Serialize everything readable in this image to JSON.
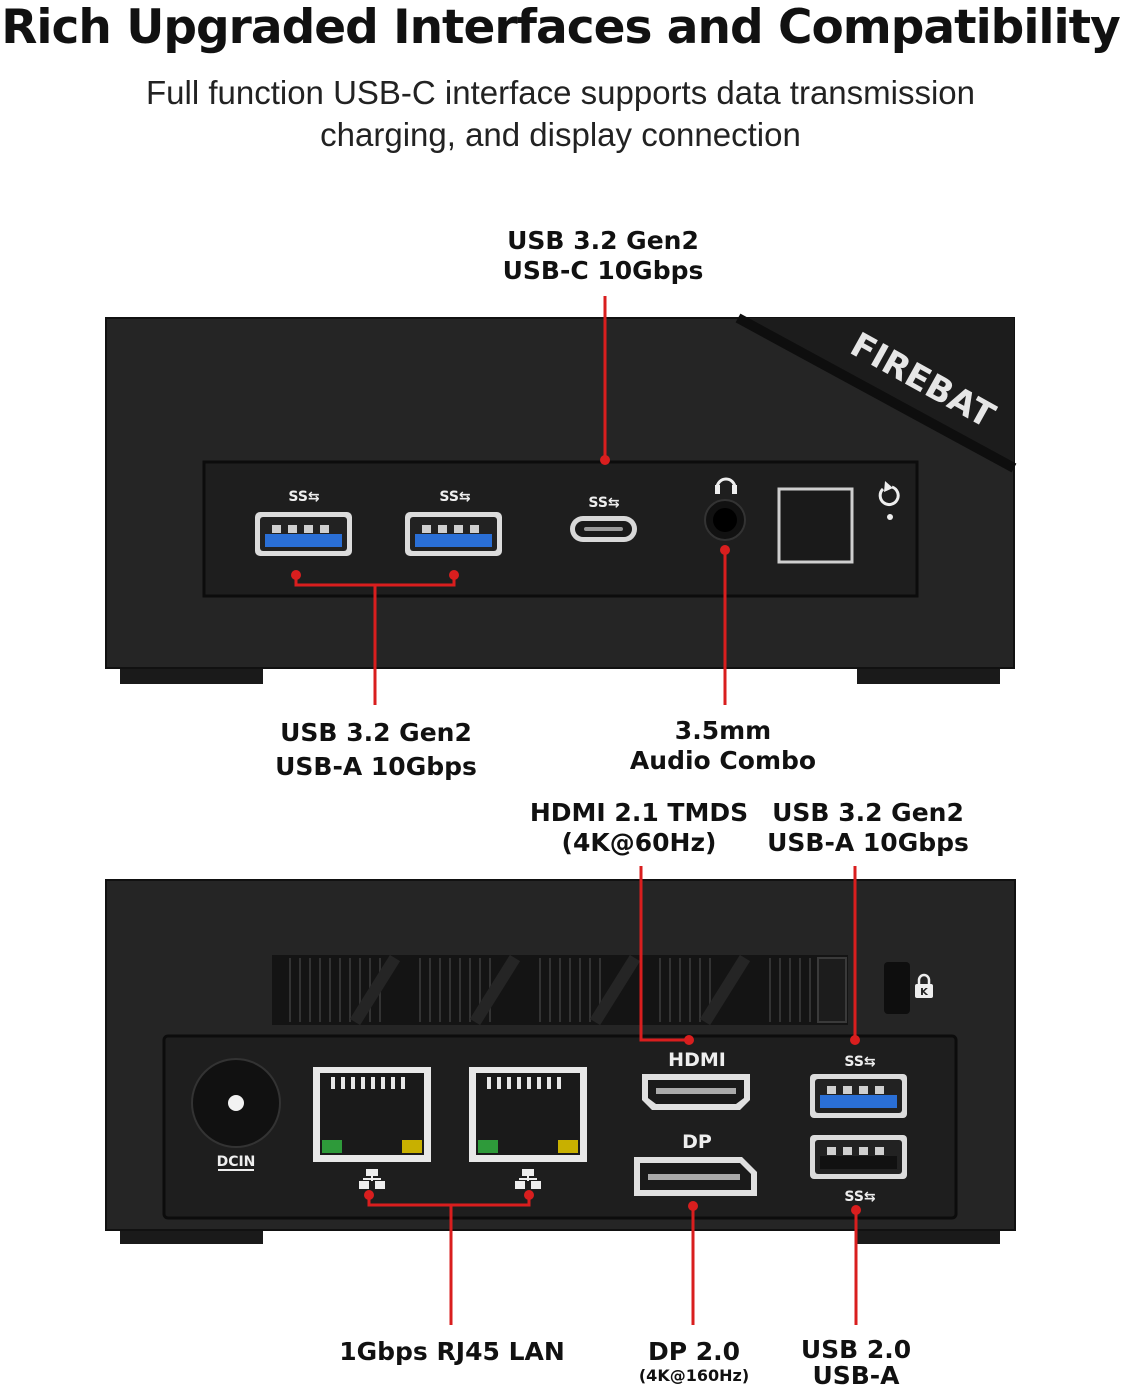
{
  "header": {
    "title": "Rich Upgraded Interfaces and Compatibility",
    "subtitle_line1": "Full function USB-C interface supports data transmission",
    "subtitle_line2": "charging, and display connection"
  },
  "brand": {
    "logo": "FIREBAT"
  },
  "front_panel": {
    "callouts": {
      "usbc": {
        "line1": "USB 3.2 Gen2",
        "line2": "USB-C 10Gbps"
      },
      "usba": {
        "line1": "USB 3.2 Gen2",
        "line2": "USB-A 10Gbps"
      },
      "audio": {
        "line1": "3.5mm",
        "line2": "Audio Combo"
      }
    },
    "port_marks": {
      "ss": "SS⇆"
    }
  },
  "rear_panel": {
    "port_labels": {
      "hdmi": "HDMI",
      "dp": "DP",
      "dcin": "DCIN",
      "ss": "SS⇆"
    },
    "callouts": {
      "hdmi": {
        "line1": "HDMI 2.1 TMDS",
        "line2": "(4K@60Hz)"
      },
      "usba_top": {
        "line1": "USB 3.2 Gen2",
        "line2": "USB-A 10Gbps"
      },
      "lan": {
        "line1": "1Gbps RJ45 LAN"
      },
      "dp": {
        "line1": "DP 2.0",
        "line2": "(4K@160Hz)"
      },
      "usb2": {
        "line1": "USB 2.0",
        "line2": "USB-A"
      }
    }
  },
  "colors": {
    "accent": "#d91e1e",
    "device": "#232323",
    "usb3_blue": "#2a6fd6"
  }
}
